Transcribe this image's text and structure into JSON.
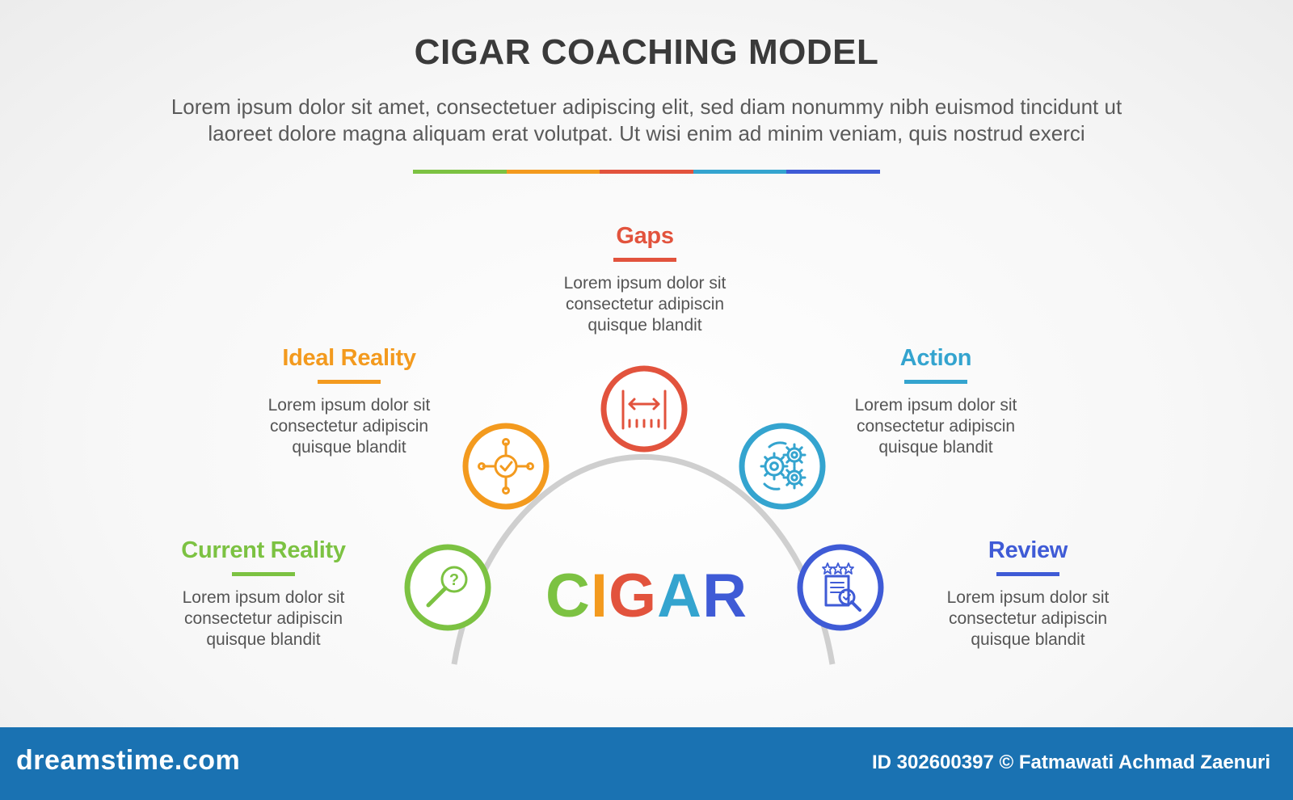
{
  "title": "CIGAR COACHING MODEL",
  "subtitle_line1": "Lorem ipsum dolor sit amet, consectetuer adipiscing elit, sed diam nonummy nibh euismod tincidunt ut",
  "subtitle_line2": "laoreet dolore magna aliquam erat volutpat. Ut wisi enim ad minim veniam, quis nostrud exerci",
  "rule_colors": [
    "#7cc242",
    "#f39a1e",
    "#e2533d",
    "#34a4cf",
    "#3f5bd6"
  ],
  "center_word": {
    "letters": [
      "C",
      "I",
      "G",
      "A",
      "R"
    ],
    "colors": [
      "#7cc242",
      "#f39a1e",
      "#e2533d",
      "#34a4cf",
      "#3f5bd6"
    ]
  },
  "steps": [
    {
      "key": "current",
      "heading": "Current Reality",
      "color": "#7cc242",
      "icon": "magnifier-question-icon",
      "body": [
        "Lorem ipsum dolor sit",
        "consectetur adipiscin",
        "quisque blandit"
      ]
    },
    {
      "key": "ideal",
      "heading": "Ideal Reality",
      "color": "#f39a1e",
      "icon": "target-network-icon",
      "body": [
        "Lorem ipsum dolor sit",
        "consectetur adipiscin",
        "quisque blandit"
      ]
    },
    {
      "key": "gaps",
      "heading": "Gaps",
      "color": "#e2533d",
      "icon": "gap-measure-icon",
      "body": [
        "Lorem ipsum dolor sit",
        "consectetur adipiscin",
        "quisque blandit"
      ]
    },
    {
      "key": "action",
      "heading": "Action",
      "color": "#34a4cf",
      "icon": "gears-icon",
      "body": [
        "Lorem ipsum dolor sit",
        "consectetur adipiscin",
        "quisque blandit"
      ]
    },
    {
      "key": "review",
      "heading": "Review",
      "color": "#3f5bd6",
      "icon": "review-document-icon",
      "body": [
        "Lorem ipsum dolor sit",
        "consectetur adipiscin",
        "quisque blandit"
      ]
    }
  ],
  "arc_color": "#cfcfcf",
  "footer": {
    "brand": "dreamstime.com",
    "credit": "ID 302600397 © Fatmawati  Achmad Zaenuri",
    "background": "#1a72b2"
  }
}
